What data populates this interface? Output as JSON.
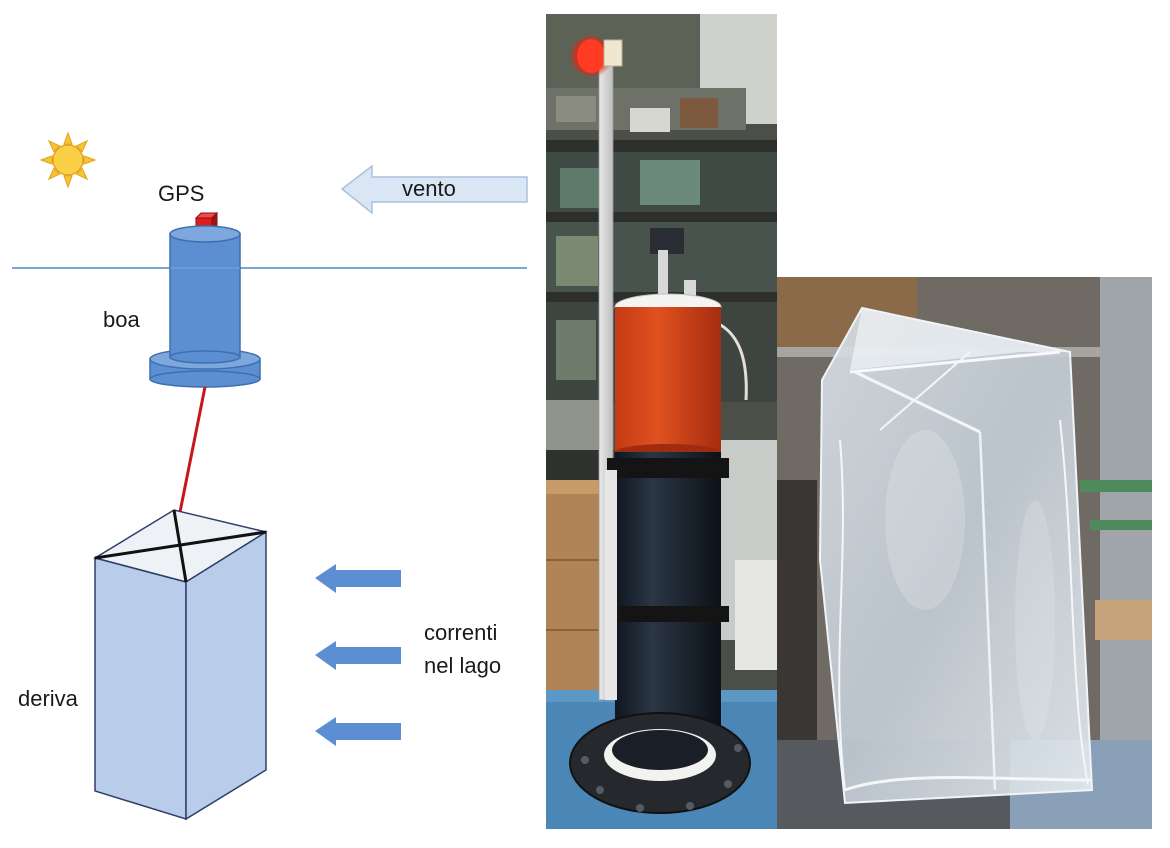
{
  "labels": {
    "gps": "GPS",
    "wind": "vento",
    "buoy": "boa",
    "drogue": "deriva",
    "currents_line1": "correnti",
    "currents_line2": "nel lago"
  },
  "icons": {
    "sun": "sun-icon",
    "gps_receiver": "gps-receiver-icon",
    "wind_arrow": "left-arrow-icon",
    "current_arrow": "left-arrow-icon"
  },
  "colors": {
    "water_line": "#7aa5d6",
    "buoy_body": "#5b8fd1",
    "buoy_outline": "#3f6fae",
    "gps_box": "#e01b1b",
    "tether": "#c8161d",
    "drogue_fill": "#b9cdea",
    "drogue_outline": "#2f3f6b",
    "wind_arrow": "#d6e3f3",
    "current_arrow": "#5b8fd1",
    "sun": "#f7c531"
  }
}
